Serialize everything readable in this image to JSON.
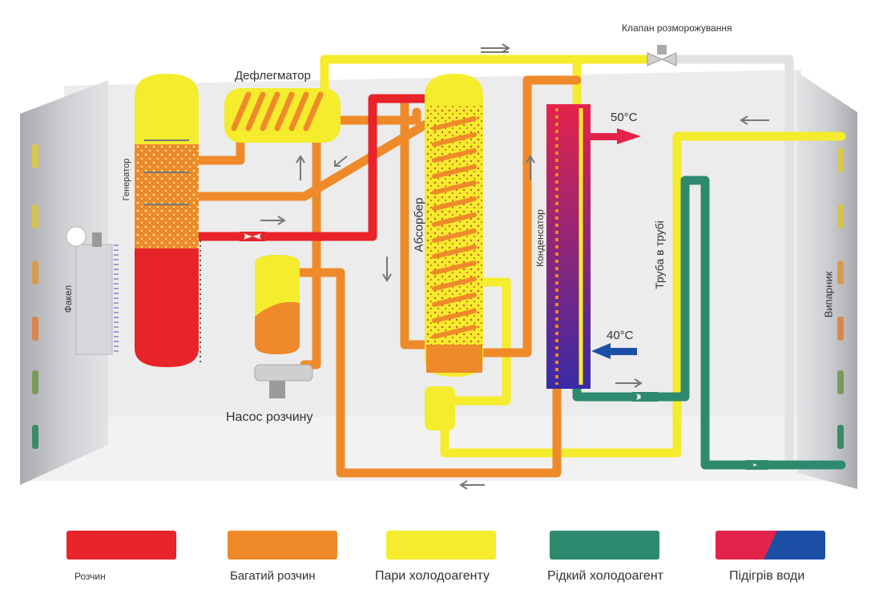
{
  "labels": {
    "defrost_valve": "Клапан розморожування",
    "dephlegmator": "Дефлегматор",
    "generator": "Генератор",
    "absorber": "Абсорбер",
    "condenser": "Конденсатор",
    "pipe_in_pipe": "Труба в трубі",
    "evaporator": "Випарник",
    "burner": "Факел",
    "solution_pump": "Насос розчину",
    "temp_hot": "50°C",
    "temp_cold": "40°C"
  },
  "legend": [
    {
      "label": "Розчин",
      "color": "#e8232a"
    },
    {
      "label": "Багатий розчин",
      "color": "#ef8a2a"
    },
    {
      "label": "Пари холодоагенту",
      "color": "#f4ec2c"
    },
    {
      "label": "Рідкий холодоагент",
      "color": "#2e8a6e"
    },
    {
      "label": "Підігрів води",
      "color": "#e4234b",
      "color2": "#1c4fa6"
    }
  ],
  "colors": {
    "solution": "#e8232a",
    "rich_solution": "#ef8a2a",
    "refrigerant_vapor": "#f4ec2c",
    "liquid_refrigerant": "#2e8a6e",
    "water_hot": "#e4234b",
    "water_cold": "#1c4fa6",
    "white_pipe": "#e6e6e6"
  }
}
